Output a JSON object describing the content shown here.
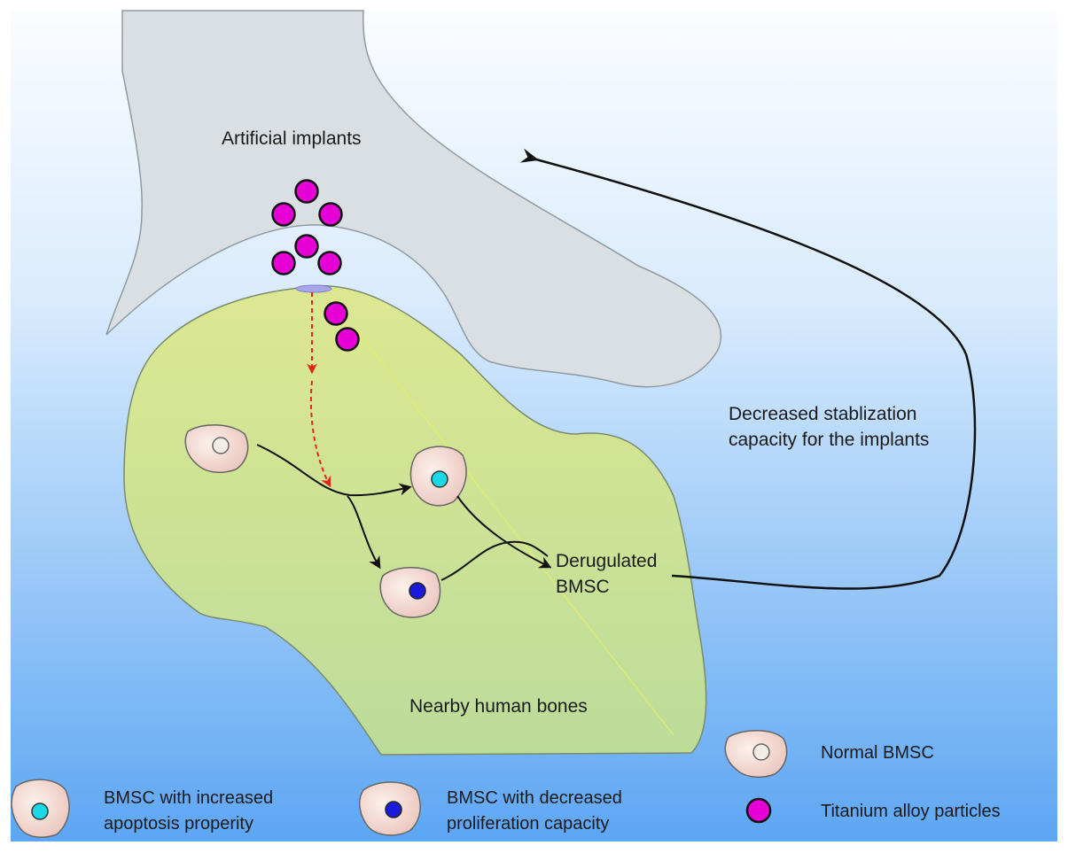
{
  "labels": {
    "implant": "Artificial implants",
    "bone": "Nearby human bones",
    "deregulated_line1": "Derugulated",
    "deregulated_line2": "BMSC",
    "feedback_line1": "Decreased stablization",
    "feedback_line2": "capacity for the implants"
  },
  "legend": {
    "normal": "Normal BMSC",
    "apoptosis_line1": "BMSC with increased",
    "apoptosis_line2": "apoptosis properity",
    "proliferation_line1": "BMSC with decreased",
    "proliferation_line2": "proliferation capacity",
    "particles": "Titanium alloy particles"
  },
  "colors": {
    "particle": "#e600d6",
    "apoptosis_nucleus": "#19d9e6",
    "proliferation_nucleus": "#1a1adb",
    "cell_body": "#f7dcd4",
    "bone_fill": "#c2dd94",
    "implant_fill": "#d9dfe3",
    "stimulus_arrow": "#e8231a"
  }
}
